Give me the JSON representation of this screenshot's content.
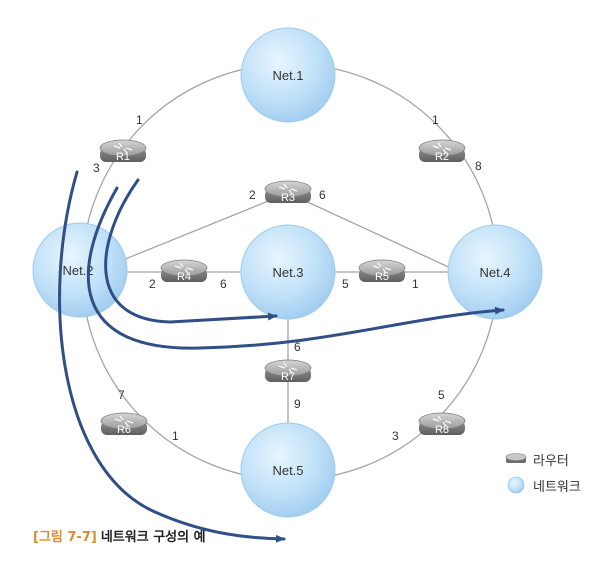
{
  "networks": [
    {
      "id": "net1",
      "label": "Net.1"
    },
    {
      "id": "net2",
      "label": "Net.2"
    },
    {
      "id": "net3",
      "label": "Net.3"
    },
    {
      "id": "net4",
      "label": "Net.4"
    },
    {
      "id": "net5",
      "label": "Net.5"
    }
  ],
  "routers": [
    {
      "id": "R1",
      "label": "R1"
    },
    {
      "id": "R2",
      "label": "R2"
    },
    {
      "id": "R3",
      "label": "R3"
    },
    {
      "id": "R4",
      "label": "R4"
    },
    {
      "id": "R5",
      "label": "R5"
    },
    {
      "id": "R6",
      "label": "R6"
    },
    {
      "id": "R7",
      "label": "R7"
    },
    {
      "id": "R8",
      "label": "R8"
    }
  ],
  "link_costs": [
    {
      "id": "r1-net1",
      "value": "1"
    },
    {
      "id": "r1-net2",
      "value": "3"
    },
    {
      "id": "r2-net1",
      "value": "1"
    },
    {
      "id": "r2-net4",
      "value": "8"
    },
    {
      "id": "r3-net2",
      "value": "2"
    },
    {
      "id": "r3-net4",
      "value": "6"
    },
    {
      "id": "r4-net2",
      "value": "2"
    },
    {
      "id": "r4-net3",
      "value": "6"
    },
    {
      "id": "r5-net3",
      "value": "5"
    },
    {
      "id": "r5-net4",
      "value": "1"
    },
    {
      "id": "r7-net3",
      "value": "6"
    },
    {
      "id": "r7-net5",
      "value": "9"
    },
    {
      "id": "r6-net2",
      "value": "7"
    },
    {
      "id": "r6-net5",
      "value": "1"
    },
    {
      "id": "r8-net4",
      "value": "5"
    },
    {
      "id": "r8-net5",
      "value": "3"
    }
  ],
  "legend": {
    "router": "라우터",
    "network": "네트워크"
  },
  "caption": {
    "figure": "[그림 7-7]",
    "text": "네트워크 구성의 예"
  },
  "colors": {
    "network_fill": "#b9dcf6",
    "network_edge": "#9cc9ee",
    "router_body": "#8a8a8a",
    "arrow": "#2f4f86",
    "link": "#9a9a9a"
  }
}
